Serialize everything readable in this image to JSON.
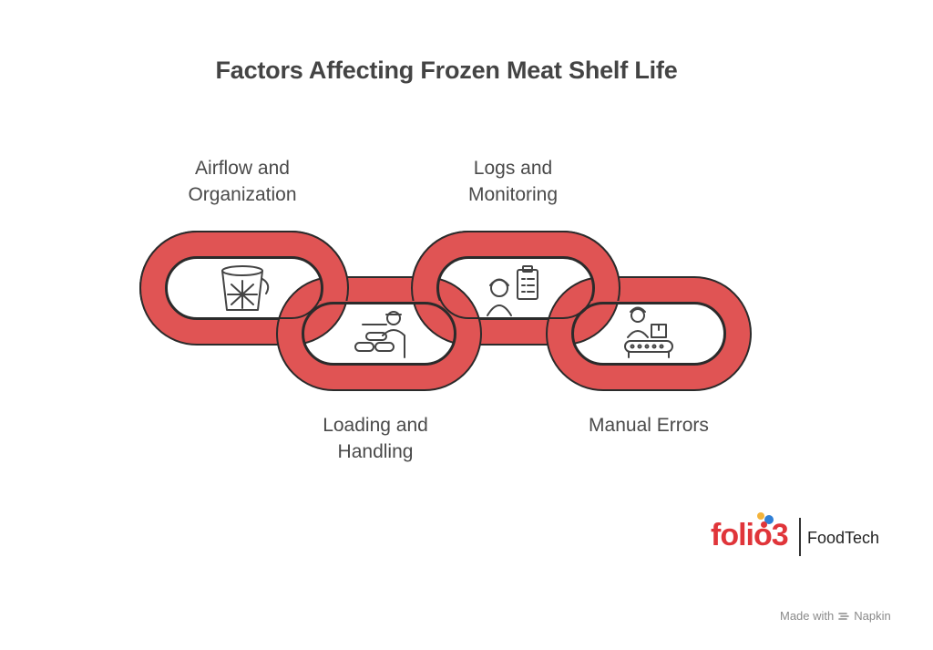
{
  "title": "Factors Affecting Frozen Meat Shelf Life",
  "factors": [
    {
      "line1": "Airflow and",
      "line2": "Organization",
      "icon": "ice-bucket-icon"
    },
    {
      "line1": "Loading and",
      "line2": "Handling",
      "icon": "worker-with-sacks-icon"
    },
    {
      "line1": "Logs and",
      "line2": "Monitoring",
      "icon": "worker-with-clipboard-icon"
    },
    {
      "line1": "Manual Errors",
      "line2": "",
      "icon": "worker-at-conveyor-icon"
    }
  ],
  "brand": {
    "name": "folio3",
    "product": "FoodTech"
  },
  "footer": {
    "made_with": "Made with",
    "tool": "Napkin"
  },
  "colors": {
    "link_fill": "#e05454",
    "link_stroke": "#2b2b2b",
    "text": "#4a4a4a",
    "brand_red": "#e0353a"
  }
}
